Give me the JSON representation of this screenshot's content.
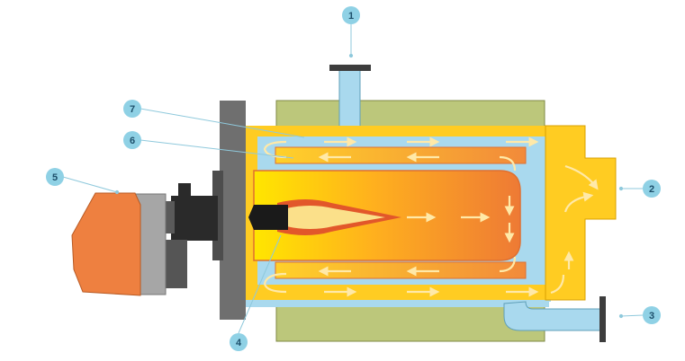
{
  "colors": {
    "insulation": "#bcc77b",
    "water": "#a9d9ee",
    "gas_yellow": "#ffcc22",
    "flame_core": "#fbe08a",
    "flame_edge": "#e2572a",
    "burner_orange": "#ee8040",
    "burner_grey": "#a6a6a6",
    "dark": "#2a2a2a",
    "flange": "#6f6f6f",
    "callout": "#8fd1e5",
    "leader": "#8fc9dc"
  },
  "callouts": [
    {
      "id": "1",
      "label": "1"
    },
    {
      "id": "2",
      "label": "2"
    },
    {
      "id": "3",
      "label": "3"
    },
    {
      "id": "4",
      "label": "4"
    },
    {
      "id": "5",
      "label": "5"
    },
    {
      "id": "6",
      "label": "6"
    },
    {
      "id": "7",
      "label": "7"
    }
  ]
}
